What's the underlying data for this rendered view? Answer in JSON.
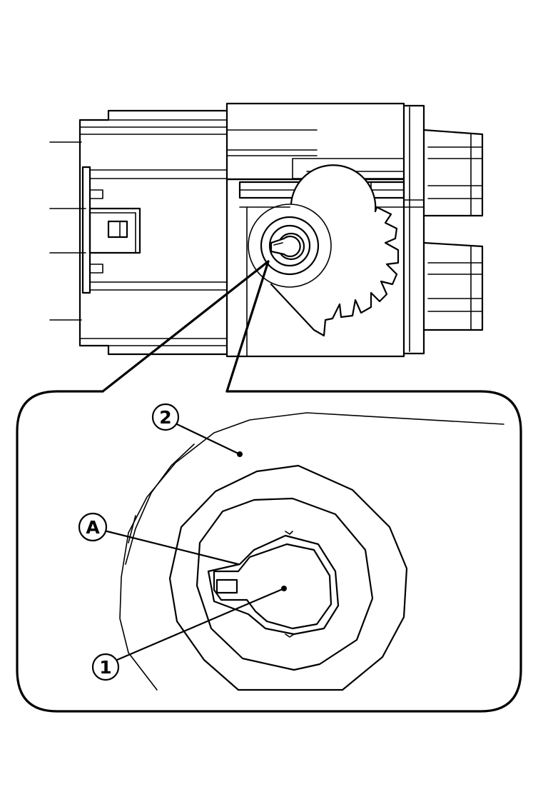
{
  "callouts": {
    "part_2": "2",
    "detail_a": "A",
    "part_1": "1"
  }
}
